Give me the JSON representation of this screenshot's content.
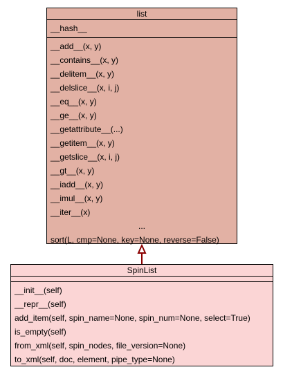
{
  "list_class": {
    "name": "list",
    "attributes": [
      "__hash__"
    ],
    "methods": [
      "__add__(x, y)",
      "__contains__(x, y)",
      "__delitem__(x, y)",
      "__delslice__(x, i, j)",
      "__eq__(x, y)",
      "__ge__(x, y)",
      "__getattribute__(...)",
      "__getitem__(x, y)",
      "__getslice__(x, i, j)",
      "__gt__(x, y)",
      "__iadd__(x, y)",
      "__imul__(x, y)",
      "__iter__(x)",
      "...",
      "sort(L, cmp=None, key=None, reverse=False)"
    ]
  },
  "spinlist_class": {
    "name": "SpinList",
    "methods": [
      "__init__(self)",
      "__repr__(self)",
      "add_item(self, spin_name=None, spin_num=None, select=True)",
      "is_empty(self)",
      "from_xml(self, spin_nodes, file_version=None)",
      "to_xml(self, doc, element, pipe_type=None)"
    ]
  },
  "colors": {
    "parent_fill": "#e2b1a4",
    "child_fill": "#fbd5d5",
    "arrow": "#8b0000"
  }
}
